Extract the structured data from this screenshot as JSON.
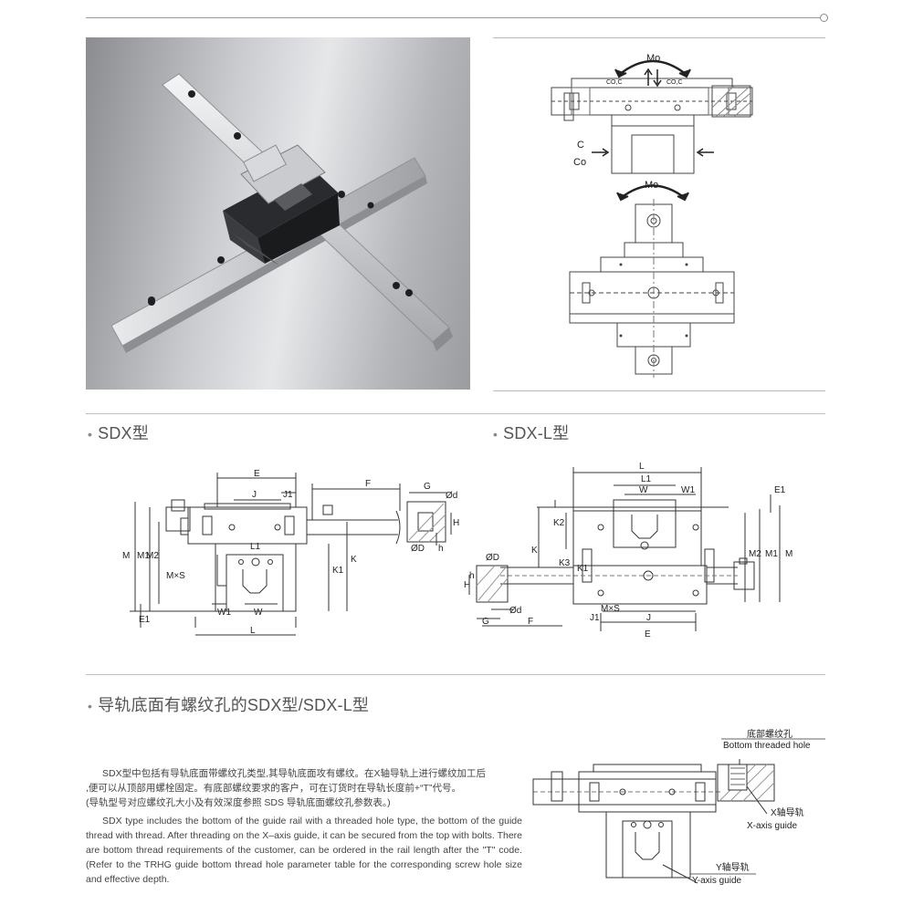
{
  "sections": {
    "sdx": "SDX型",
    "sdx_l": "SDX-L型",
    "threaded": "导轨底面有螺纹孔的SDX型/SDX-L型"
  },
  "load": {
    "mo_top": "Mo",
    "mo_bottom": "Mo",
    "co_c_left": "CO,C",
    "co_c_right": "CO,C",
    "c": "C",
    "co": "Co"
  },
  "sdx_dims": {
    "E": "E",
    "J": "J",
    "J1": "J1",
    "F": "F",
    "G": "G",
    "Od": "Ød",
    "H": "H",
    "OD": "ØD",
    "h": "h",
    "K": "K",
    "K1": "K1",
    "M": "M",
    "M1": "M1",
    "M2": "M2",
    "L1": "L1",
    "MxS": "M×S",
    "E1": "E1",
    "W1": "W1",
    "W": "W",
    "L": "L"
  },
  "sdxl_dims": {
    "L": "L",
    "L1": "L1",
    "W": "W",
    "W1": "W1",
    "E1": "E1",
    "K2": "K2",
    "K": "K",
    "K3": "K3",
    "K1": "K1",
    "M2": "M2",
    "M1": "M1",
    "M": "M",
    "OD": "ØD",
    "H": "H",
    "h": "h",
    "Od": "Ød",
    "MxS": "M×S",
    "G": "G",
    "F": "F",
    "J1": "J1",
    "J": "J",
    "E": "E"
  },
  "callouts": {
    "bottom_hole_cn": "底部螺纹孔",
    "bottom_hole_en": "Bottom threaded hole",
    "x_axis_cn": "X轴导轨",
    "x_axis_en": "X-axis guide",
    "y_axis_cn": "Y轴导轨",
    "y_axis_en": "Y-axis guide"
  },
  "description": {
    "cn_line1": "SDX型中包括有导轨底面带螺纹孔类型,其导轨底面攻有螺纹。在X轴导轨上进行螺纹加工后",
    "cn_line2": ",便可以从顶部用螺栓固定。有底部螺纹要求的客户，可在订货时在导轨长度前+“T”代号。",
    "cn_line3": "(导轨型号对应螺纹孔大小及有效深度参照 SDS 导轨底面螺纹孔参数表。)",
    "en": "SDX type includes the bottom of the guide rail with a threaded hole type, the bottom of the guide thread with thread. After threading on the X–axis guide, it can be secured from the top with bolts. There are bottom thread requirements of the customer, can be ordered in the rail length after the \"T\" code. (Refer to the TRHG guide bottom thread hole parameter table for the corresponding screw hole size and effective depth."
  }
}
